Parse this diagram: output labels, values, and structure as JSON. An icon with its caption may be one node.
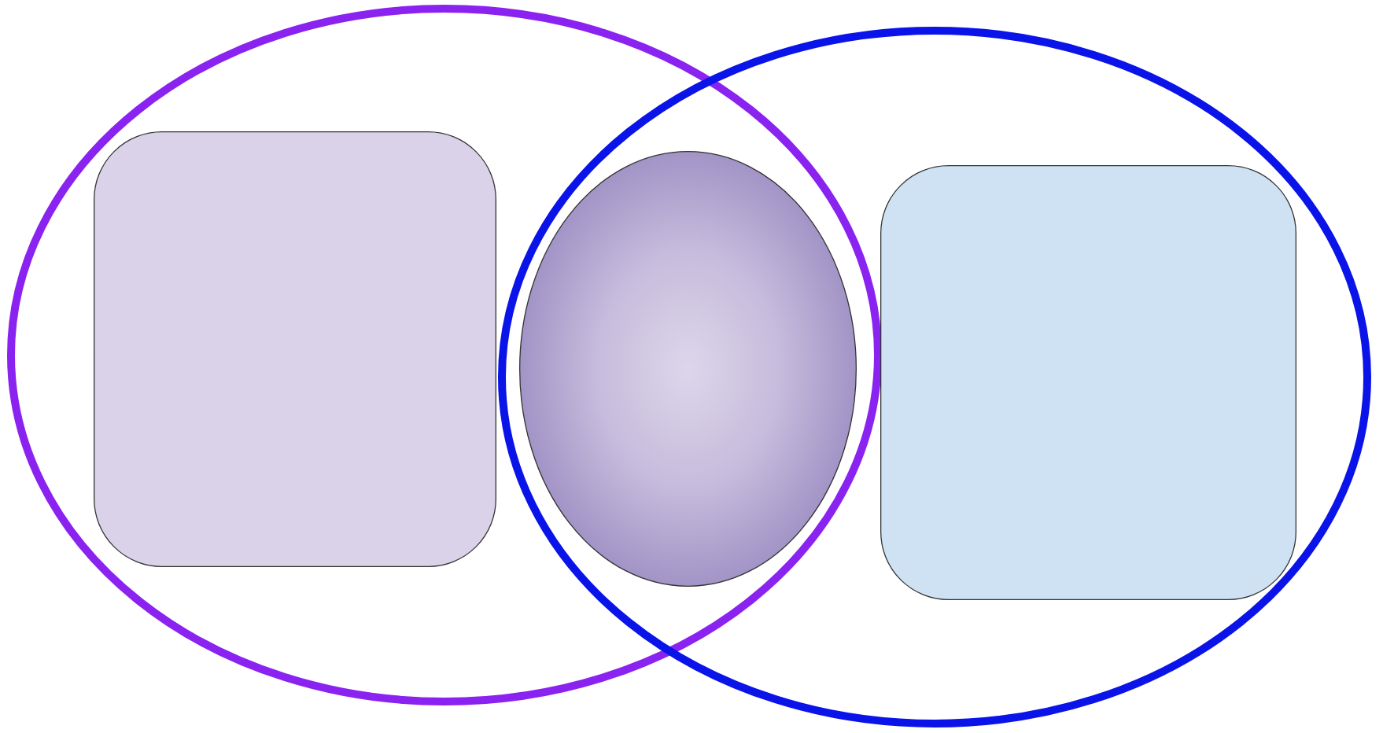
{
  "diagram": {
    "nodes": [
      {
        "text": [],
        "shape": "ellipse"
      },
      {
        "text": [],
        "shape": "ellipse"
      },
      {
        "text": [],
        "shape": "box",
        "in": 0
      },
      {
        "text": [],
        "shape": "box",
        "in": 1
      },
      {
        "text": [],
        "shape": "ellipse"
      }
    ]
  }
}
